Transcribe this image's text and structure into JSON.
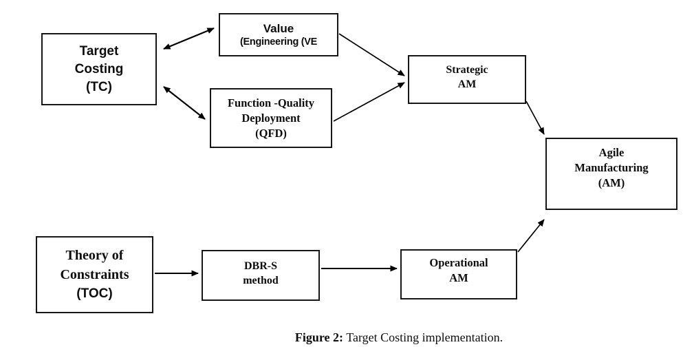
{
  "figure_caption": {
    "label": "Figure 2:",
    "text": " Target Costing implementation."
  },
  "nodes": {
    "target_costing": {
      "label": "Target\nCosting\n(TC)"
    },
    "value_engineering": {
      "title": "Value",
      "subtitle": "(Engineering (VE"
    },
    "function_quality_deployment": {
      "label": "Function -Quality\nDeployment\n(QFD)"
    },
    "strategic_am": {
      "label": "Strategic\nAM"
    },
    "agile_manufacturing": {
      "label": "Agile\nManufacturing\n(AM)"
    },
    "theory_of_constraints": {
      "title": "Theory of\nConstraints",
      "abbrev": "(TOC)"
    },
    "dbr_s_method": {
      "label": "DBR-S\nmethod"
    },
    "operational_am": {
      "label": "Operational\nAM"
    }
  },
  "edges": [
    {
      "from": "Target Costing (TC)",
      "to": "Value (Engineering (VE",
      "direction": "bidirectional"
    },
    {
      "from": "Target Costing (TC)",
      "to": "Function -Quality Deployment (QFD)",
      "direction": "bidirectional"
    },
    {
      "from": "Value (Engineering (VE",
      "to": "Strategic AM",
      "direction": "forward"
    },
    {
      "from": "Function -Quality Deployment (QFD)",
      "to": "Strategic AM",
      "direction": "forward"
    },
    {
      "from": "Strategic AM",
      "to": "Agile Manufacturing (AM)",
      "direction": "forward"
    },
    {
      "from": "Theory of Constraints (TOC)",
      "to": "DBR-S method",
      "direction": "forward"
    },
    {
      "from": "DBR-S method",
      "to": "Operational AM",
      "direction": "forward"
    },
    {
      "from": "Operational AM",
      "to": "Agile Manufacturing (AM)",
      "direction": "forward"
    }
  ],
  "colors": {
    "ink": "#000000",
    "background": "#ffffff"
  }
}
